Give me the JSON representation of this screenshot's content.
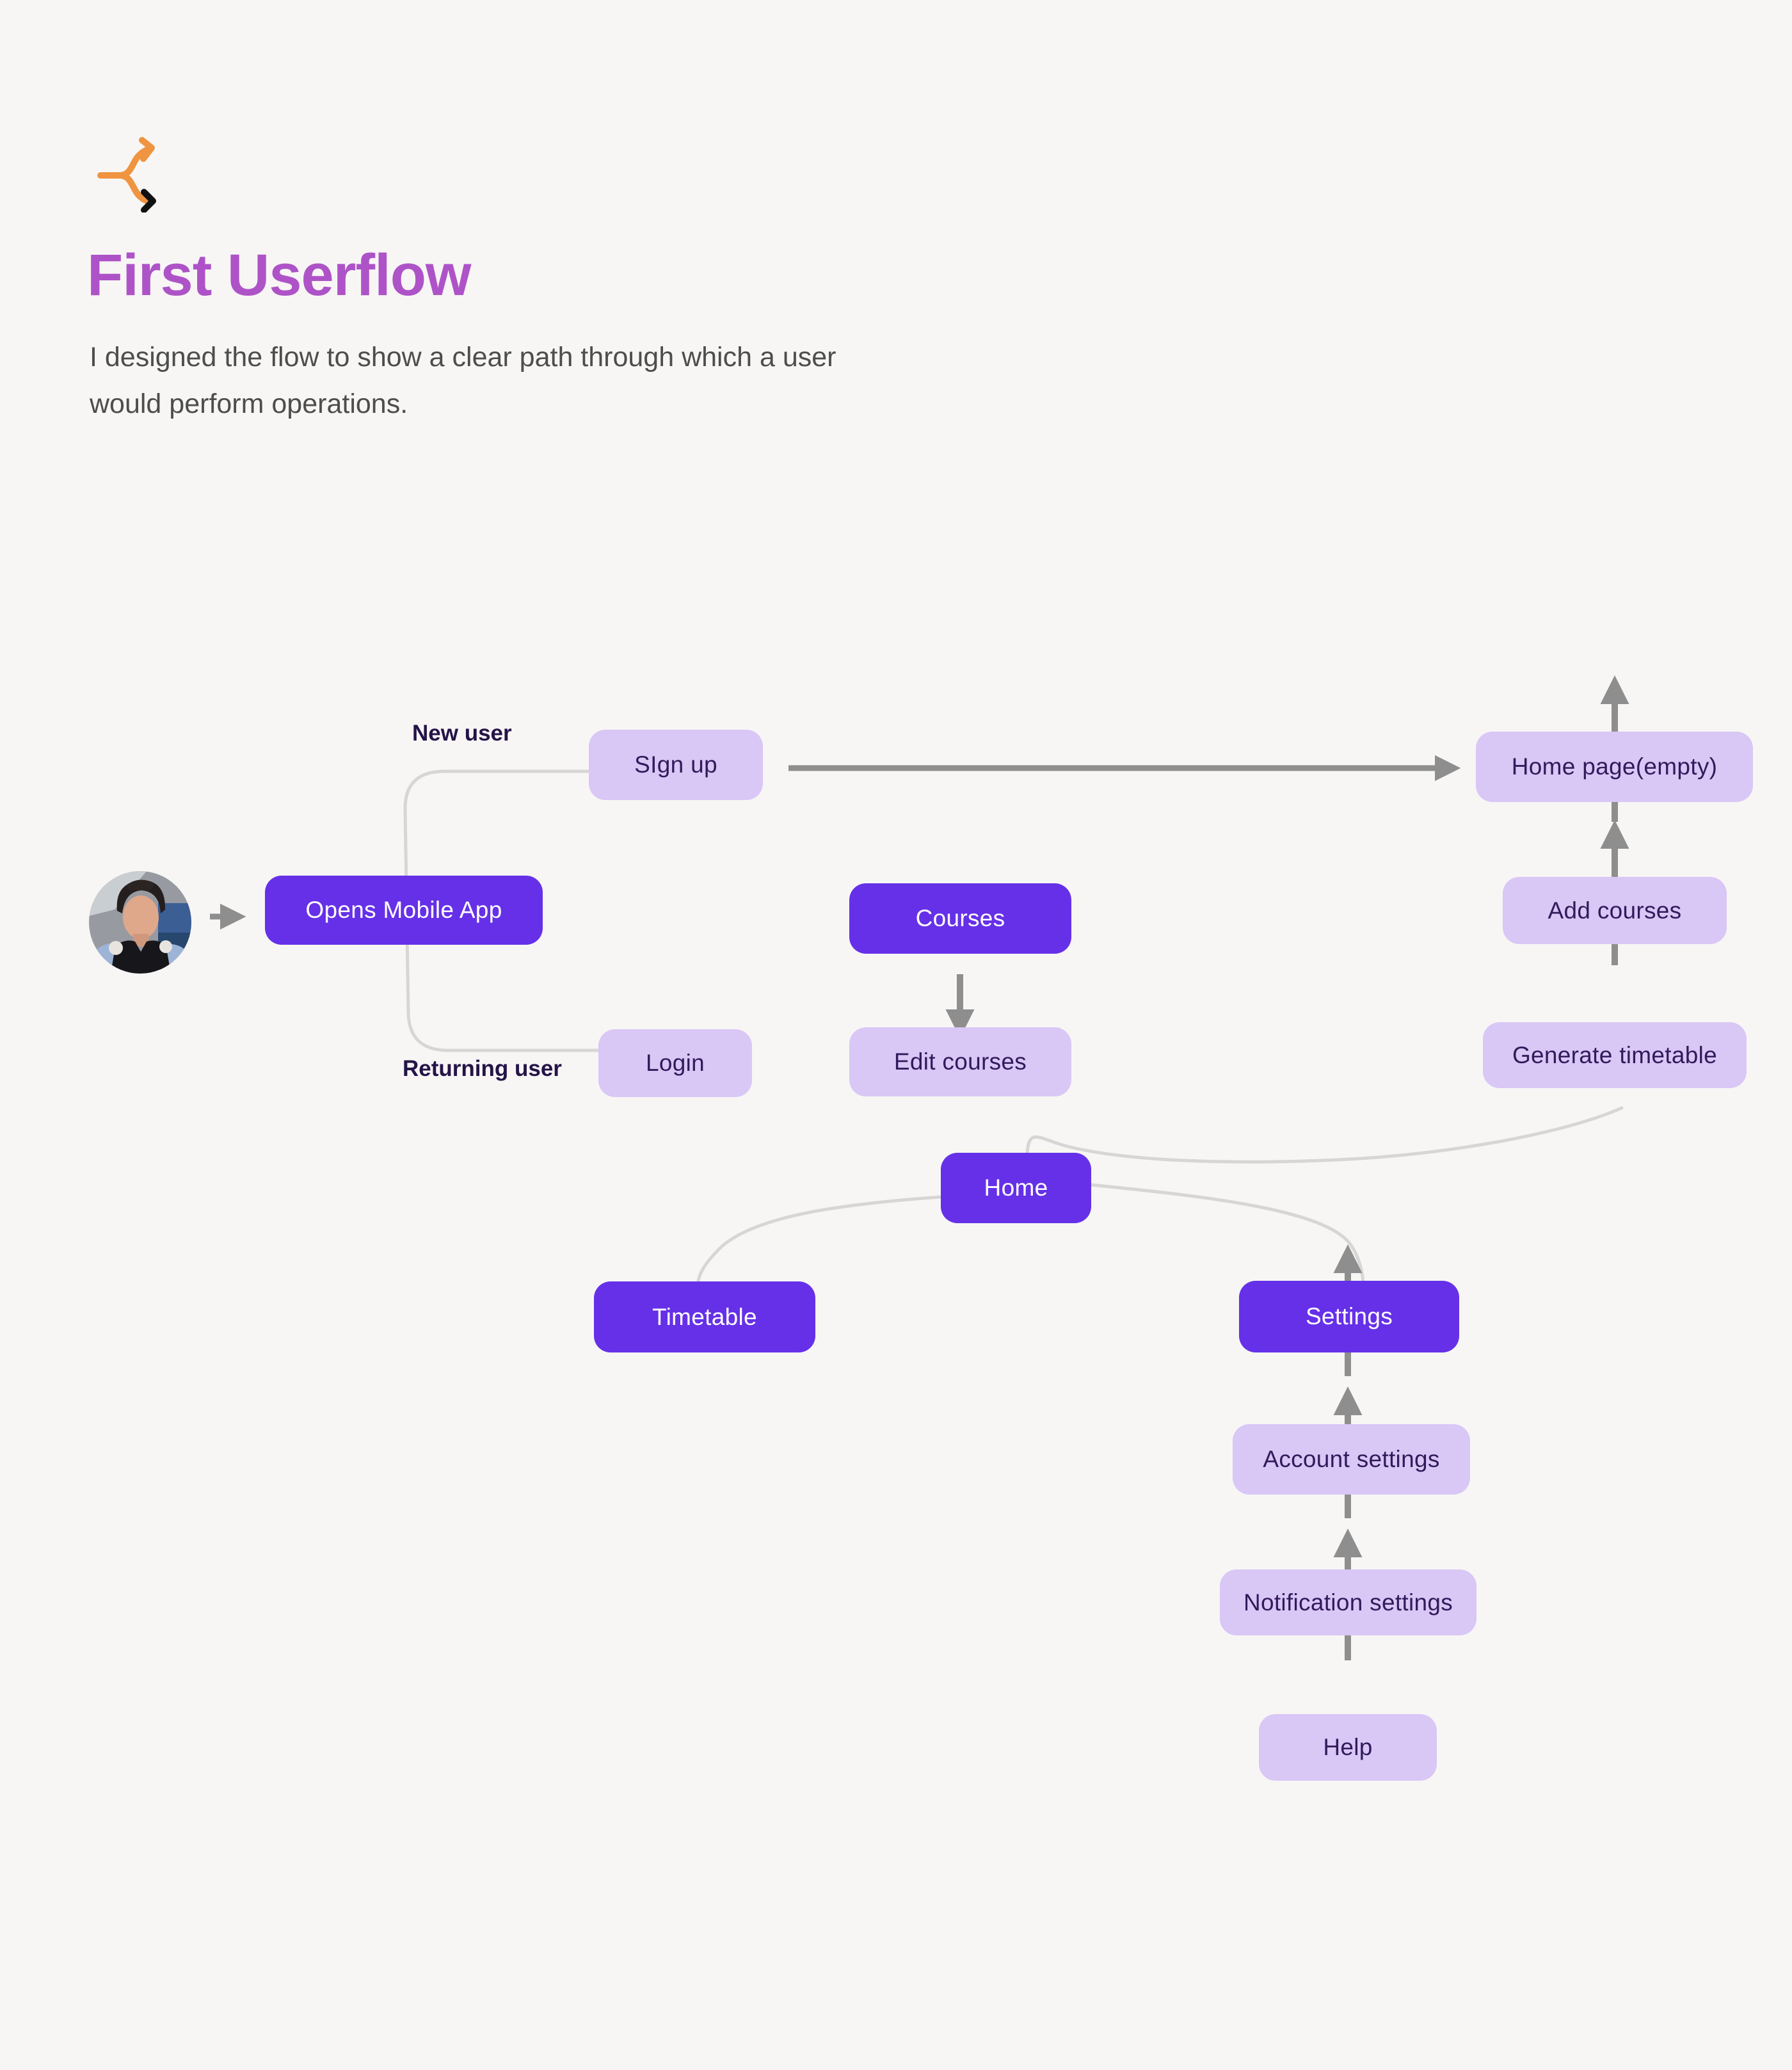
{
  "header": {
    "title": "First Userflow",
    "subtitle_line1": "I designed the flow to show a clear path through which a user",
    "subtitle_line2": "would perform operations."
  },
  "flow": {
    "labels": {
      "new_user": "New user",
      "returning_user": "Returning user"
    },
    "nodes": {
      "opens_mobile_app": {
        "label": "Opens Mobile App",
        "style": "primary"
      },
      "sign_up": {
        "label": "SIgn up",
        "style": "light"
      },
      "login": {
        "label": "Login",
        "style": "light"
      },
      "courses": {
        "label": "Courses",
        "style": "primary"
      },
      "edit_courses": {
        "label": "Edit courses",
        "style": "light"
      },
      "home_page_empty": {
        "label": "Home page(empty)",
        "style": "light"
      },
      "add_courses": {
        "label": "Add courses",
        "style": "light"
      },
      "generate_timetable": {
        "label": "Generate timetable",
        "style": "light"
      },
      "home": {
        "label": "Home",
        "style": "primary"
      },
      "timetable": {
        "label": "Timetable",
        "style": "primary"
      },
      "settings": {
        "label": "Settings",
        "style": "primary"
      },
      "account_settings": {
        "label": "Account settings",
        "style": "light"
      },
      "notification_settings": {
        "label": "Notification settings",
        "style": "light"
      },
      "help": {
        "label": "Help",
        "style": "light"
      }
    },
    "colors": {
      "primary": "#6630e8",
      "light": "#d9c7f6",
      "node-text": "#331a5b",
      "label-text": "#241447",
      "title": "#ae53c7",
      "subtitle": "#4d4d4d",
      "arrow": "#8e8e8e",
      "connector": "#d8d6d5",
      "icon-orange": "#ef9440",
      "background": "#f7f6f5"
    }
  }
}
